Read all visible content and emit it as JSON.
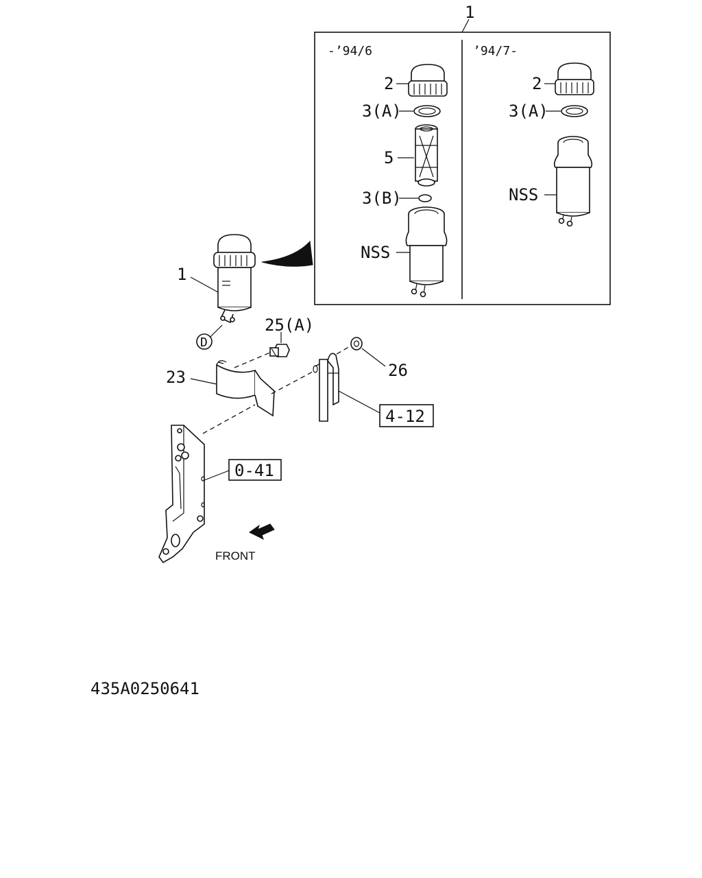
{
  "inset": {
    "callout": "1",
    "left_panel": {
      "period": "-’94/6",
      "parts": [
        "2",
        "3(A)",
        "5",
        "3(B)",
        "NSS"
      ]
    },
    "right_panel": {
      "period": "’94/7-",
      "parts": [
        "2",
        "3(A)",
        "NSS"
      ]
    }
  },
  "main": {
    "filter_label": "1",
    "connector_label": "D",
    "bolt_label": "25(A)",
    "nut_label": "26",
    "clamp_label": "23",
    "ref_box_pipe": "4-12",
    "ref_box_bracket": "0-41",
    "direction_label": "FRONT"
  },
  "drawing_id": "435A0250641"
}
